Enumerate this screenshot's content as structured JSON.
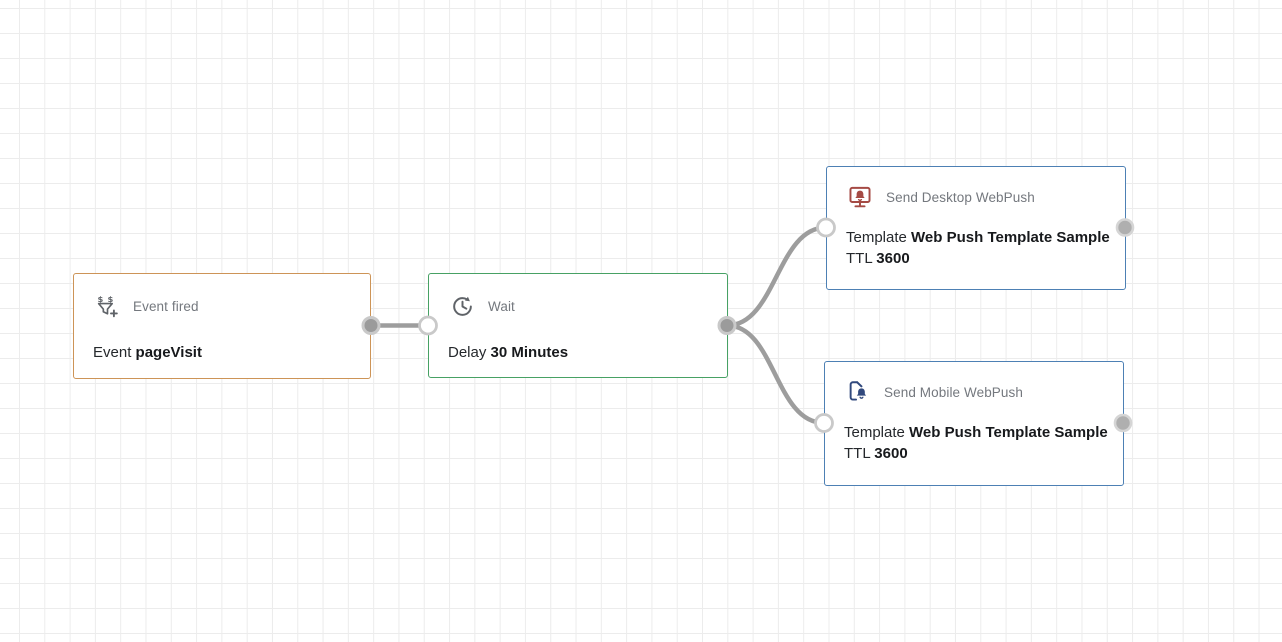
{
  "canvas": {
    "kind": "journey-flow-builder-canvas",
    "background": "#ffffff",
    "grid_line_color": "#ececec",
    "edge_color": "#9d9d9d",
    "source_handle_color": "#9b9b9b",
    "target_handle_color": "#ffffff",
    "handle_ring_color": "#c9c9c9"
  },
  "nodes": [
    {
      "id": "event-fired",
      "title": "Event fired",
      "icon": "funnel-dollar-add-icon",
      "icon_color": "#5f6368",
      "accent_color": "#cd9457",
      "fields": [
        {
          "label": "Event",
          "value": "pageVisit"
        }
      ]
    },
    {
      "id": "wait",
      "title": "Wait",
      "icon": "clock-history-icon",
      "icon_color": "#5f6368",
      "accent_color": "#47a164",
      "fields": [
        {
          "label": "Delay",
          "value": "30 Minutes"
        }
      ]
    },
    {
      "id": "send-desktop-webpush",
      "title": "Send Desktop WebPush",
      "icon": "desktop-notification-icon",
      "icon_color": "#a54a44",
      "accent_color": "#4d80b4",
      "fields": [
        {
          "label": "Template",
          "value": "Web Push Template Sample"
        },
        {
          "label": "TTL",
          "value": "3600"
        }
      ]
    },
    {
      "id": "send-mobile-webpush",
      "title": "Send Mobile WebPush",
      "icon": "mobile-notification-icon",
      "icon_color": "#31497d",
      "accent_color": "#4d80b4",
      "fields": [
        {
          "label": "Template",
          "value": "Web Push Template Sample"
        },
        {
          "label": "TTL",
          "value": "3600"
        }
      ]
    }
  ]
}
